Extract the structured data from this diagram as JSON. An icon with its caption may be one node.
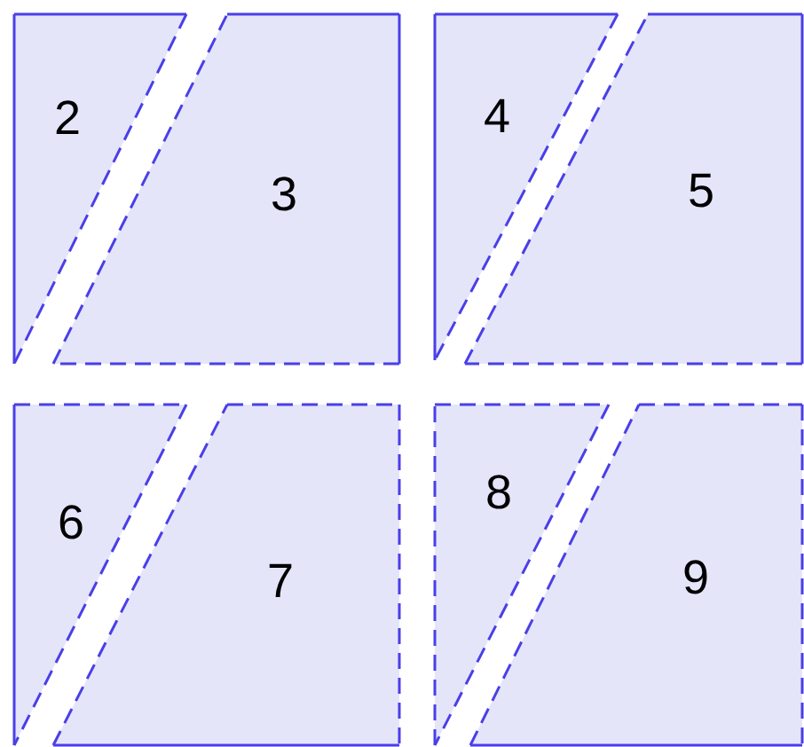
{
  "diagram": {
    "nodes": [
      {
        "text": [
          "2"
        ]
      },
      {
        "text": [
          "3"
        ]
      },
      {
        "text": [
          "4"
        ]
      },
      {
        "text": [
          "5"
        ]
      },
      {
        "text": [
          "6"
        ]
      },
      {
        "text": [
          "7"
        ]
      },
      {
        "text": [
          "8"
        ]
      },
      {
        "text": [
          "9"
        ]
      }
    ]
  }
}
